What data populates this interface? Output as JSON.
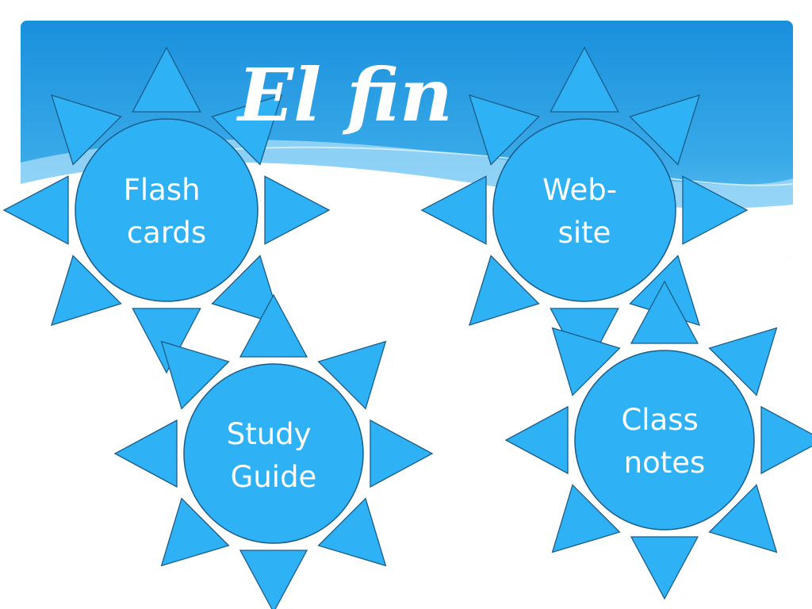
{
  "title": "El fin",
  "colors": {
    "banner_top": "#1a90dd",
    "banner_bottom": "#5cc0f2",
    "sun_fill": "#2fb1f5",
    "sun_stroke": "#1a5d88",
    "text": "#ffffff"
  },
  "suns": [
    {
      "id": "flash-cards",
      "lines": [
        "Flash",
        "cards"
      ]
    },
    {
      "id": "web-site",
      "lines": [
        "Web-",
        "site"
      ]
    },
    {
      "id": "study-guide",
      "lines": [
        "Study",
        "Guide"
      ]
    },
    {
      "id": "class-notes",
      "lines": [
        "Class",
        "notes"
      ]
    }
  ]
}
